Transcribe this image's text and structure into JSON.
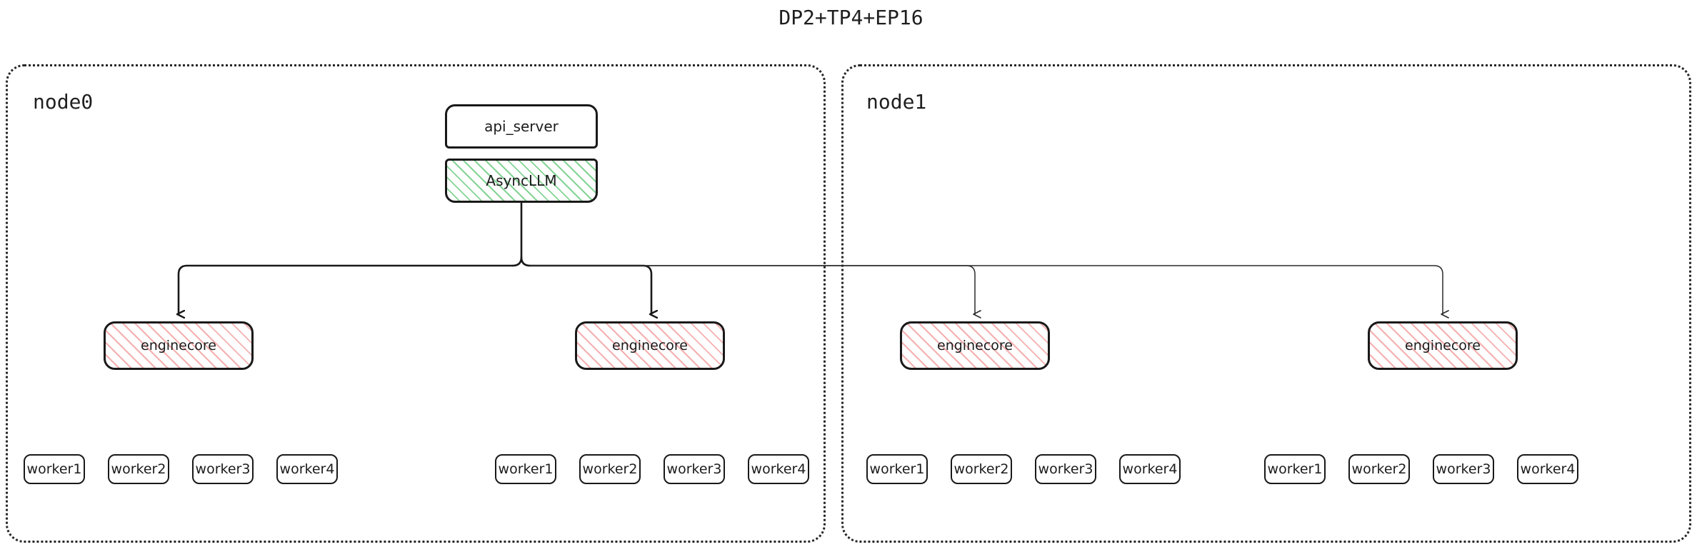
{
  "title": "DP2+TP4+EP16",
  "colors": {
    "stroke": "#191919",
    "container_border": "#262626",
    "asyncllm_hatch": "#7ed18f",
    "enginecore_hatch": "#f2a2a2",
    "background": "#ffffff",
    "text": "#1c1c1c"
  },
  "nodes": [
    {
      "id": "node0",
      "label": "node0",
      "api_server": {
        "label": "api_server"
      },
      "async_llm": {
        "label": "AsyncLLM"
      },
      "enginecores": [
        {
          "label": "enginecore"
        },
        {
          "label": "enginecore"
        }
      ],
      "worker_groups": [
        {
          "workers": [
            "worker1",
            "worker2",
            "worker3",
            "worker4"
          ]
        },
        {
          "workers": [
            "worker1",
            "worker2",
            "worker3",
            "worker4"
          ]
        }
      ]
    },
    {
      "id": "node1",
      "label": "node1",
      "enginecores": [
        {
          "label": "enginecore"
        },
        {
          "label": "enginecore"
        }
      ],
      "worker_groups": [
        {
          "workers": [
            "worker1",
            "worker2",
            "worker3",
            "worker4"
          ]
        },
        {
          "workers": [
            "worker1",
            "worker2",
            "worker3",
            "worker4"
          ]
        }
      ]
    }
  ],
  "edges": {
    "description": "AsyncLLM fans out to four enginecore processes across both nodes",
    "source": "AsyncLLM",
    "targets": [
      "enginecore",
      "enginecore",
      "enginecore",
      "enginecore"
    ],
    "arrowhead": "open-v"
  }
}
